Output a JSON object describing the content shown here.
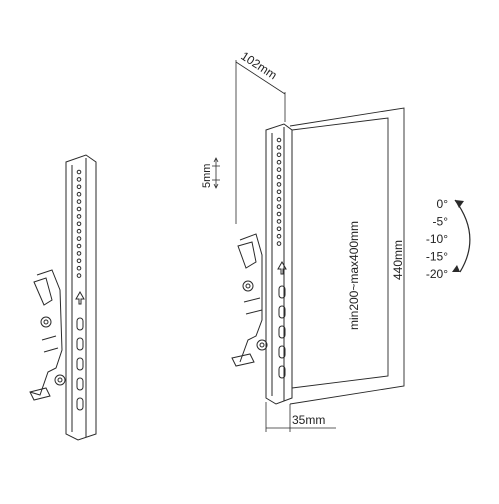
{
  "dimensions": {
    "depth_label": "102mm",
    "hole_pitch_label": "5mm",
    "height_label": "440mm",
    "vesa_label": "min200~max400mm",
    "bracket_offset_label": "35mm"
  },
  "tilt": {
    "angles": [
      "0°",
      "-5°",
      "-10°",
      "-15°",
      "-20°"
    ]
  },
  "colors": {
    "line": "#2a2a2a",
    "background": "#ffffff"
  }
}
